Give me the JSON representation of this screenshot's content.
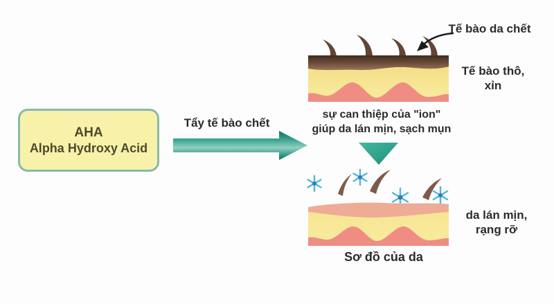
{
  "palette": {
    "background": "#fdfdfd",
    "box_fill": "#f8f1a9",
    "box_border": "#85bba8",
    "box_text": "#4b4b2c",
    "label_text": "#2b2b2b",
    "arrow_teal": "#2a9a88",
    "skin_yellow": "#f7e794",
    "skin_pink": "#ef8d83",
    "skin_salmon": "#eeab96",
    "skin_brown_dark": "#47301f",
    "skin_brown_light": "#97715a",
    "flake_brown": "#7d5b49",
    "sparkle_blue": "#3fa9d9"
  },
  "aha_box": {
    "title": "AHA",
    "subtitle": "Alpha Hydroxy Acid"
  },
  "exfoliate_arrow": {
    "label": "Tẩy tế bào chết"
  },
  "rough_skin": {
    "dead_cells_label": "Tế bào da chết",
    "rough_label_line1": "Tế bào thô,",
    "rough_label_line2": "xỉn",
    "caption_line1": "sự can thiệp của \"ion\"",
    "caption_line2": "giúp da lán mịn, sạch mụn"
  },
  "smooth_skin": {
    "smooth_label_line1": "da lán mịn,",
    "smooth_label_line2": "rạng rỡ",
    "caption": "Sơ đồ của da"
  }
}
